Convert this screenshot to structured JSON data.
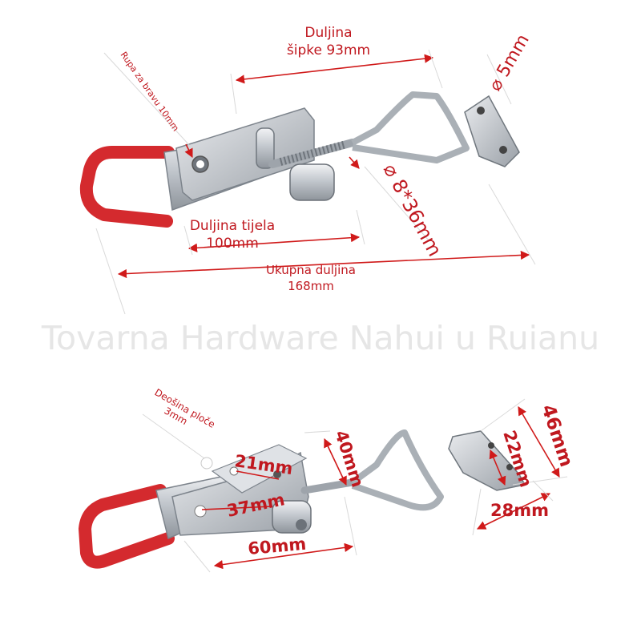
{
  "top_figure": {
    "rod_length": {
      "line1": "Duljina",
      "line2": "šipke 93mm"
    },
    "lock_hole": "Rupa za bravu 10mm",
    "diameter_5": "⌀ 5mm",
    "rod_size": "⌀ 8*36mm",
    "body_length": {
      "line1": "Duljina tijela",
      "line2": "100mm"
    },
    "total_length": {
      "line1": "Ukupna duljina",
      "line2": "168mm"
    }
  },
  "watermark": "Tovarna Hardware Nahui u Ruianu",
  "bottom_figure": {
    "plate_thickness": {
      "line1": "Deošina ploče",
      "line2": "3mm"
    },
    "dim_21": "21mm",
    "dim_37": "37mm",
    "dim_40": "40mm",
    "dim_60": "60mm",
    "dim_22": "22mm",
    "dim_46": "46mm",
    "dim_28": "28mm"
  },
  "colors": {
    "label": "#c0181f",
    "handle": "#d42a2e",
    "steel": "#b9bec4",
    "watermark": "#e6e6e6"
  }
}
